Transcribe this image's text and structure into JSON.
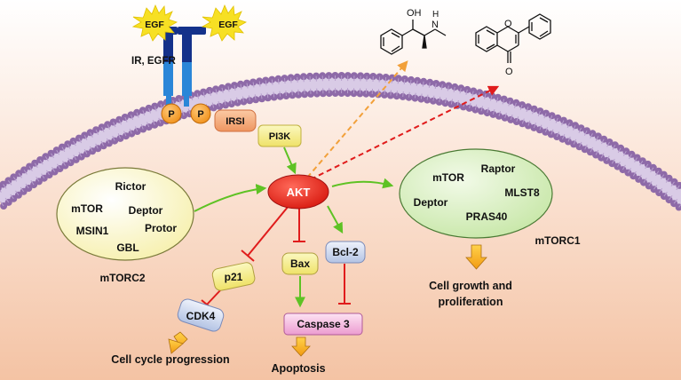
{
  "receptor": {
    "ligand_left": "EGF",
    "ligand_right": "EGF",
    "label": "IR, EGFR",
    "phospho_left": "P",
    "phospho_right": "P"
  },
  "nodes": {
    "irsi": "IRSI",
    "pi3k": "PI3K",
    "akt": "AKT",
    "p21": "p21",
    "cdk4": "CDK4",
    "bax": "Bax",
    "bcl2": "Bcl-2",
    "caspase3": "Caspase 3"
  },
  "mtorc2": {
    "name": "mTORC2",
    "components": [
      "Rictor",
      "mTOR",
      "Deptor",
      "MSIN1",
      "Protor",
      "GBL"
    ]
  },
  "mtorc1": {
    "name": "mTORC1",
    "components": [
      "mTOR",
      "Raptor",
      "MLST8",
      "Deptor",
      "PRAS40"
    ]
  },
  "outcomes": {
    "cell_cycle": "Cell cycle progression",
    "apoptosis": "Apoptosis",
    "growth_line1": "Cell growth and",
    "growth_line2": "proliferation"
  },
  "molecules": {
    "ephedrine_oh": "OH",
    "ephedrine_nh": "N",
    "ephedrine_h": "H",
    "flavone_o_ring": "O",
    "flavone_o_carbonyl": "O"
  },
  "colors": {
    "activation": "#5ec224",
    "inhibition": "#e01c1c",
    "akt": "#e8281e",
    "membrane": "#8e6aa8",
    "complex_fill": "#dff0c8"
  }
}
